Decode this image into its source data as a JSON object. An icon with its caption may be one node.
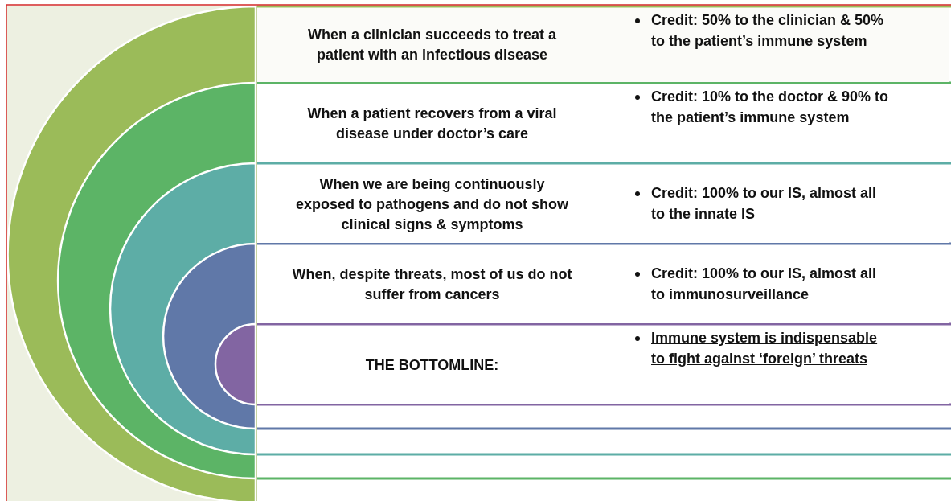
{
  "diagram": {
    "nodes": [
      {
        "text": [
          "When a clinician succeeds to treat a patient with an infectious disease",
          "Credit: 50% to the clinician & 50% to the patient’s immune system"
        ]
      },
      {
        "text": [
          "When a patient recovers from a viral disease under doctor’s care",
          "Credit: 10% to the doctor & 90% to the patient’s immune system"
        ]
      },
      {
        "text": [
          "When we are being continuously exposed to pathogens and do not show clinical signs & symptoms",
          "Credit: 100% to our IS, almost all to the innate IS"
        ]
      },
      {
        "text": [
          "When, despite threats, most of us do not suffer from cancers",
          "Credit: 100% to our IS, almost all to immunosurveillance"
        ]
      },
      {
        "text": [
          "THE BOTTOMLINE:",
          "Immune system is indispensable to fight against ‘foreign’ threats"
        ]
      }
    ]
  }
}
